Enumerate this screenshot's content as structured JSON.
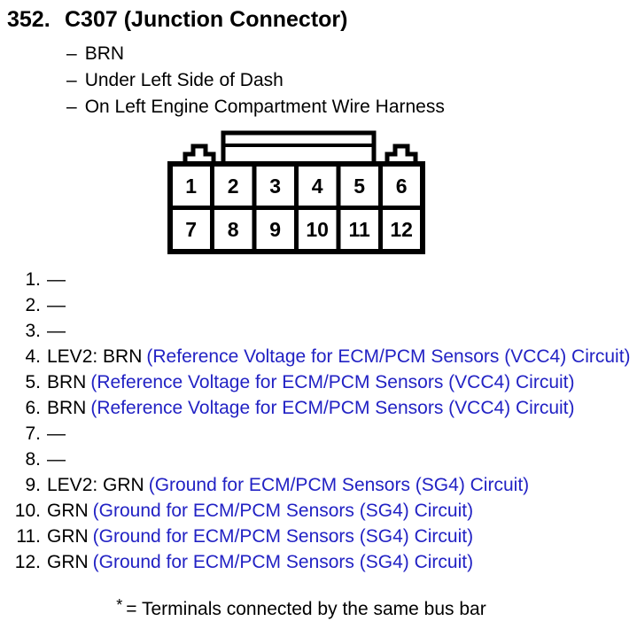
{
  "colors": {
    "circuit_text": "#2222C4",
    "body_text": "#000000",
    "line": "#000000",
    "background": "#FFFFFF"
  },
  "header": {
    "number": "352.",
    "title": "C307 (Junction Connector)"
  },
  "details": {
    "bullet": "–",
    "items": [
      "BRN",
      "Under Left Side of Dash",
      "On Left Engine Compartment Wire Harness"
    ]
  },
  "connector": {
    "rows": 2,
    "columns": 6,
    "pins": [
      "1",
      "2",
      "3",
      "4",
      "5",
      "6",
      "7",
      "8",
      "9",
      "10",
      "11",
      "12"
    ]
  },
  "pin_list": [
    {
      "num": "1.",
      "label": "—",
      "circuit": ""
    },
    {
      "num": "2.",
      "label": "—",
      "circuit": ""
    },
    {
      "num": "3.",
      "label": "—",
      "circuit": ""
    },
    {
      "num": "4.",
      "label": "LEV2: BRN",
      "circuit": "(Reference Voltage for ECM/PCM Sensors (VCC4) Circuit)"
    },
    {
      "num": "5.",
      "label": "BRN",
      "circuit": "(Reference Voltage for ECM/PCM Sensors (VCC4) Circuit)"
    },
    {
      "num": "6.",
      "label": "BRN",
      "circuit": "(Reference Voltage for ECM/PCM Sensors (VCC4) Circuit)"
    },
    {
      "num": "7.",
      "label": "—",
      "circuit": ""
    },
    {
      "num": "8.",
      "label": "—",
      "circuit": ""
    },
    {
      "num": "9.",
      "label": "LEV2: GRN",
      "circuit": "(Ground for ECM/PCM Sensors (SG4) Circuit)"
    },
    {
      "num": "10.",
      "label": "GRN",
      "circuit": "(Ground for ECM/PCM Sensors (SG4) Circuit)"
    },
    {
      "num": "11.",
      "label": "GRN",
      "circuit": "(Ground for ECM/PCM Sensors (SG4) Circuit)"
    },
    {
      "num": "12.",
      "label": "GRN",
      "circuit": "(Ground for ECM/PCM Sensors (SG4) Circuit)"
    }
  ],
  "footnote": {
    "symbol": "*",
    "text": "= Terminals connected by the same bus bar"
  }
}
